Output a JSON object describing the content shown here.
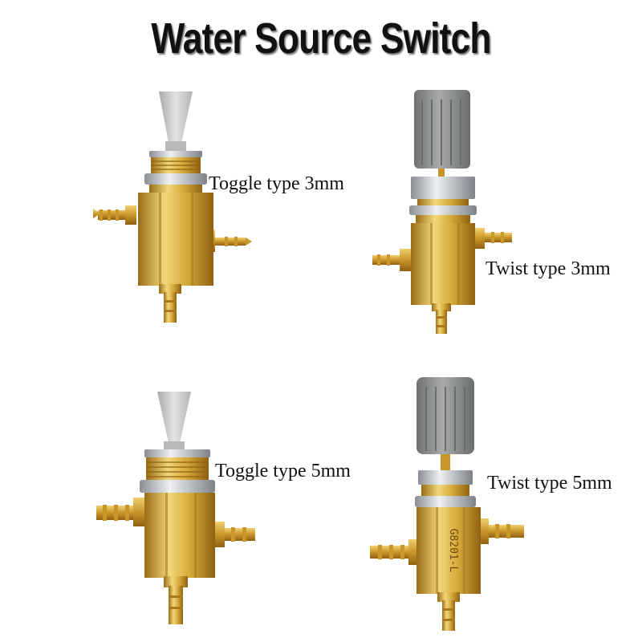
{
  "title": "Water Source Switch",
  "colors": {
    "brass": "#d4a837",
    "brass_dark": "#a9791c",
    "brass_light": "#f0d070",
    "steel": "#c9ccd0",
    "steel_dark": "#8a8f95",
    "knob_gray": "#8c8f8f",
    "lever_gray": "#c8c9c7"
  },
  "products": [
    {
      "id": "toggle-3mm",
      "label": "Toggle type 3mm",
      "kind": "toggle"
    },
    {
      "id": "twist-3mm",
      "label": "Twist type 3mm",
      "kind": "twist"
    },
    {
      "id": "toggle-5mm",
      "label": "Toggle type 5mm",
      "kind": "toggle"
    },
    {
      "id": "twist-5mm",
      "label": "Twist type 5mm",
      "kind": "twist"
    }
  ],
  "body_markings": {
    "twist-5mm": "G8201-L"
  }
}
